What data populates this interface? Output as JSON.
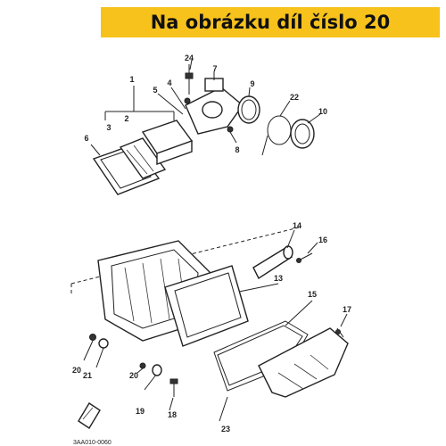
{
  "banner": {
    "text": "Na obrázku díl číslo 20"
  },
  "callouts": [
    "24",
    "7",
    "1",
    "5",
    "4",
    "9",
    "22",
    "10",
    "6",
    "2",
    "3",
    "8",
    "14",
    "16",
    "13",
    "15",
    "17",
    "20",
    "21",
    "20",
    "19",
    "18",
    "23"
  ],
  "footer_code": "3AA010-0060",
  "colors": {
    "banner_bg": "#f7c21c",
    "ink": "#222222"
  }
}
